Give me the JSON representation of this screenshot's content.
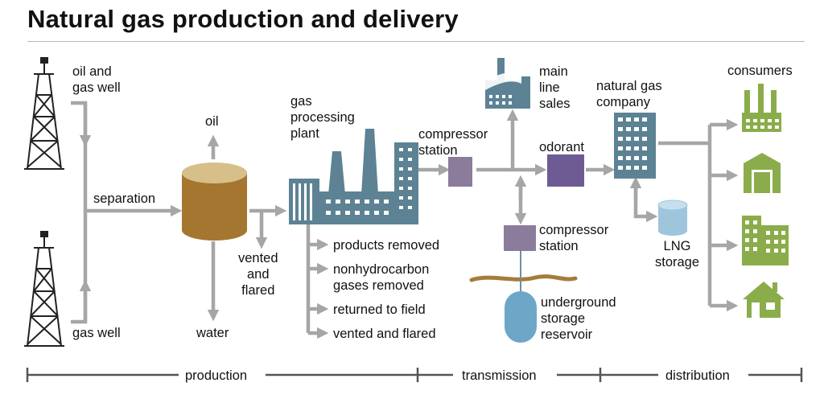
{
  "title": "Natural gas production and delivery",
  "labels": {
    "oil_gas_well": "oil and\ngas well",
    "gas_well": "gas well",
    "separation": "separation",
    "oil": "oil",
    "water": "water",
    "vented_flared_1": "vented\nand\nflared",
    "gas_processing_plant": "gas\nprocessing\nplant",
    "products_removed": "products removed",
    "nonhydrocarbon": "nonhydrocarbon\ngases removed",
    "returned_to_field": "returned to field",
    "vented_flared_2": "vented and flared",
    "compressor_station_1": "compressor\nstation",
    "main_line_sales": "main\nline\nsales",
    "compressor_station_2": "compressor\nstation",
    "underground_storage": "underground\nstorage\nreservoir",
    "odorant": "odorant",
    "natural_gas_company": "natural gas\ncompany",
    "lng_storage": "LNG\nstorage",
    "consumers": "consumers"
  },
  "stages": {
    "production": "production",
    "transmission": "transmission",
    "distribution": "distribution"
  },
  "colors": {
    "arrow": "#a6a6a6",
    "separator_tank": "#a5762f",
    "separator_top": "#d7bf8a",
    "plant": "#5d8294",
    "compressor": "#8a7c9a",
    "odorant": "#6f5b93",
    "building": "#5d8294",
    "lng": "#9fc5dc",
    "reservoir": "#6ea6c8",
    "ground": "#a47c3c",
    "consumer": "#8bac4a",
    "timeline": "#555555"
  }
}
